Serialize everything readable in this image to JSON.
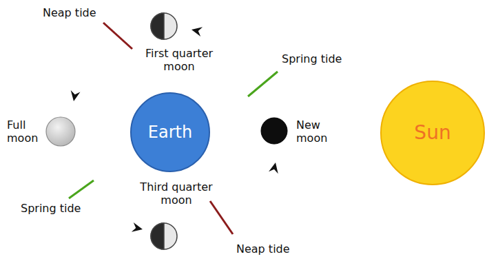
{
  "diagram": {
    "nodes": [
      {
        "text": [
          "First quarter moon"
        ]
      },
      {
        "text": [
          "Full moon"
        ]
      },
      {
        "text": [
          "Earth"
        ]
      },
      {
        "text": [
          "New moon"
        ]
      },
      {
        "text": [
          "Sun"
        ]
      },
      {
        "text": [
          "Third quarter moon"
        ]
      }
    ],
    "labels": [
      "Neap tide",
      "Spring tide",
      "Spring tide",
      "Neap tide"
    ]
  }
}
